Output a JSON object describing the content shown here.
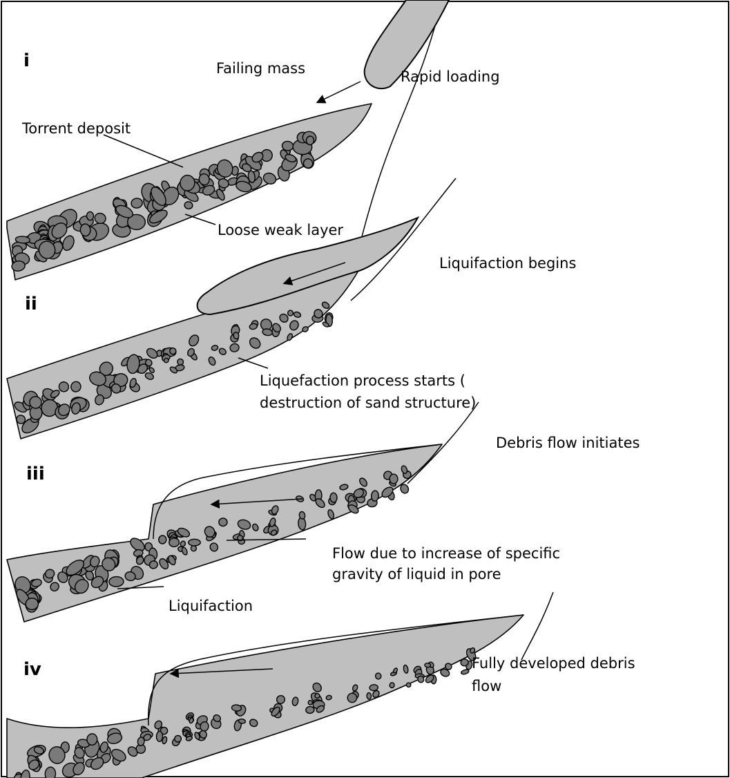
{
  "stages": [
    {
      "numeral": "i",
      "labels": {
        "failing_mass": "Failing mass",
        "rapid_loading": "Rapid loading",
        "torrent_deposit": "Torrent deposit",
        "loose_weak_layer": "Loose weak layer"
      }
    },
    {
      "numeral": "ii",
      "labels": {
        "liquifaction_begins": "Liquifaction begins",
        "process_line1": "Liquefaction process starts (",
        "process_line2": "destruction of sand structure)"
      }
    },
    {
      "numeral": "iii",
      "labels": {
        "debris_flow_initiates": "Debris flow initiates",
        "flow_line1": "Flow due to increase of specific",
        "flow_line2": "gravity of liquid in pore",
        "liquifaction": "Liquifaction"
      }
    },
    {
      "numeral": "iv",
      "labels": {
        "fully_line1": "Fully developed debris",
        "fully_line2": "flow"
      }
    }
  ],
  "colors": {
    "sediment_fill": "#bfbfbf",
    "pebble_fill": "#7a7a7a",
    "outline": "#000000"
  }
}
